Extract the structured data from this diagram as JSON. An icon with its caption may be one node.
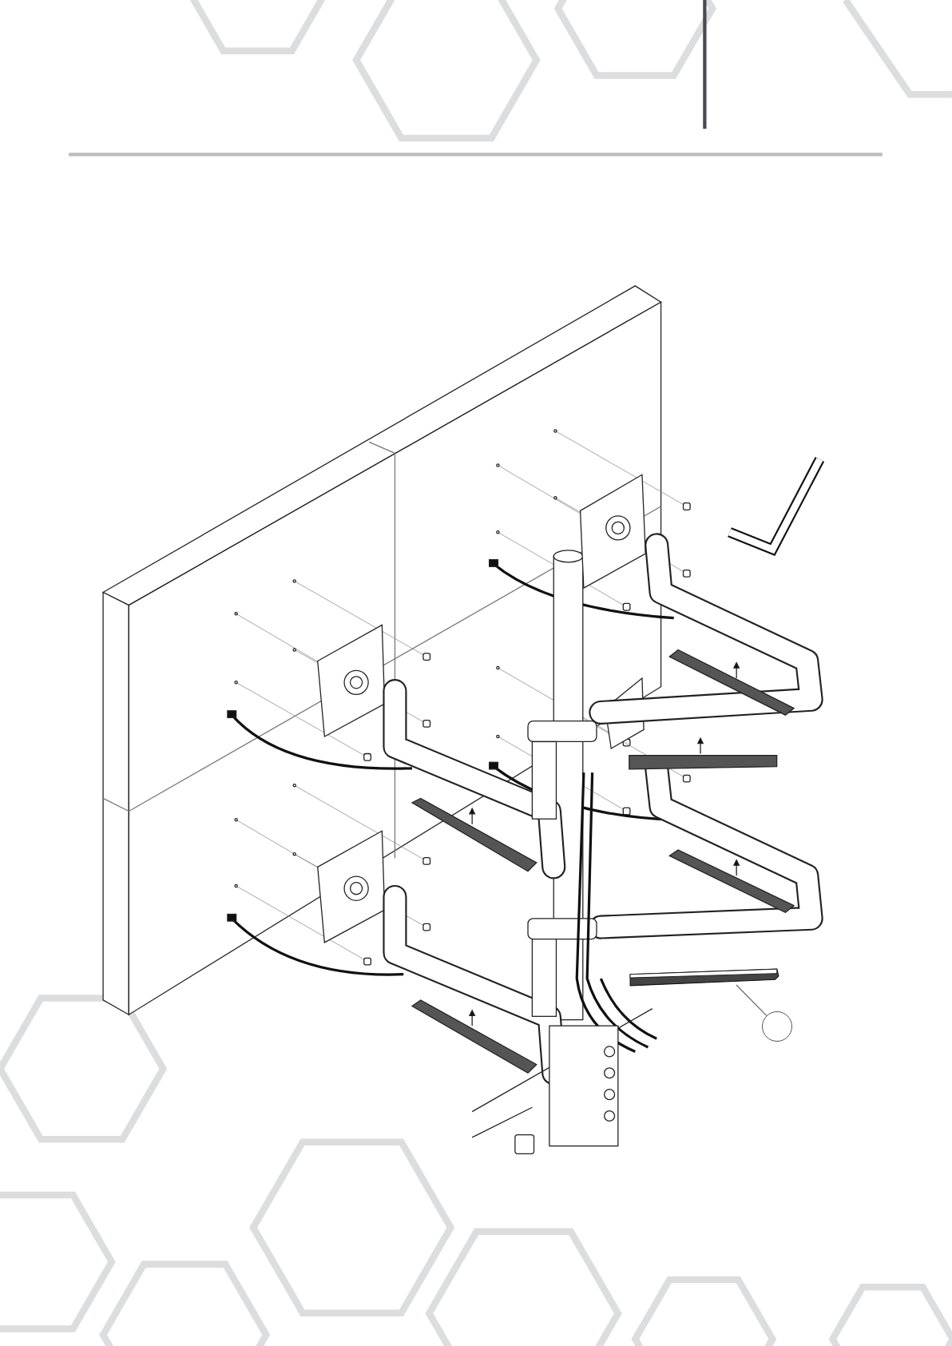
{
  "diagram": {
    "nodes": [
      {
        "text": [],
        "shape": "picture"
      },
      {
        "text": [],
        "shape": "circle"
      }
    ],
    "edges": [
      {
        "from": 1,
        "to": 0,
        "arrow": "none"
      }
    ]
  }
}
